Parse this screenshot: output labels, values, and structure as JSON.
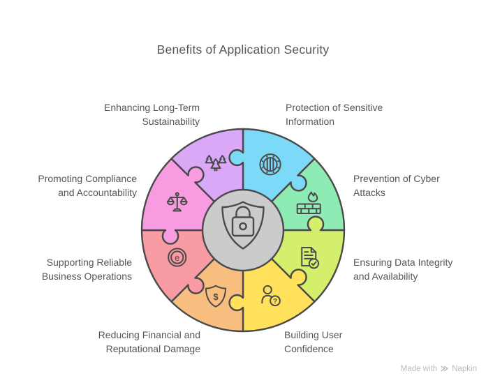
{
  "title": "Benefits of Application Security",
  "watermark": {
    "prefix": "Made with",
    "brand": "Napkin"
  },
  "diagram": {
    "type": "puzzle-wheel",
    "center_icon": "shield-lock-icon",
    "colors": {
      "stroke": "#4A4A4A",
      "center_fill": "#CBCBCB",
      "label_text": "#54565A",
      "watermark": "#BCBCBC",
      "background": "#FFFFFF"
    },
    "segments": [
      {
        "id": "protection-of-sensitive-information",
        "label": "Protection of Sensitive\nInformation",
        "icon": "vault-icon",
        "color": "#7CD9F8"
      },
      {
        "id": "prevention-of-cyber-attacks",
        "label": "Prevention of Cyber\nAttacks",
        "icon": "firewall-icon",
        "color": "#8FEBB4"
      },
      {
        "id": "ensuring-data-integrity-and-availability",
        "label": "Ensuring Data Integrity\nand Availability",
        "icon": "document-check-icon",
        "color": "#D4EE6D"
      },
      {
        "id": "building-user-confidence",
        "label": "Building User\nConfidence",
        "icon": "user-question-icon",
        "color": "#FFE15C"
      },
      {
        "id": "reducing-financial-and-reputational-damage",
        "label": "Reducing Financial and\nReputational Damage",
        "icon": "shield-dollar-icon",
        "color": "#F8BE7F"
      },
      {
        "id": "supporting-reliable-business-operations",
        "label": "Supporting Reliable\nBusiness Operations",
        "icon": "e-circle-icon",
        "color": "#F89BA3"
      },
      {
        "id": "promoting-compliance-and-accountability",
        "label": "Promoting Compliance\nand Accountability",
        "icon": "scales-icon",
        "color": "#F99BE0"
      },
      {
        "id": "enhancing-long-term-sustainability",
        "label": "Enhancing Long-Term\nSustainability",
        "icon": "pine-trees-icon",
        "color": "#D9A9F8"
      }
    ]
  }
}
